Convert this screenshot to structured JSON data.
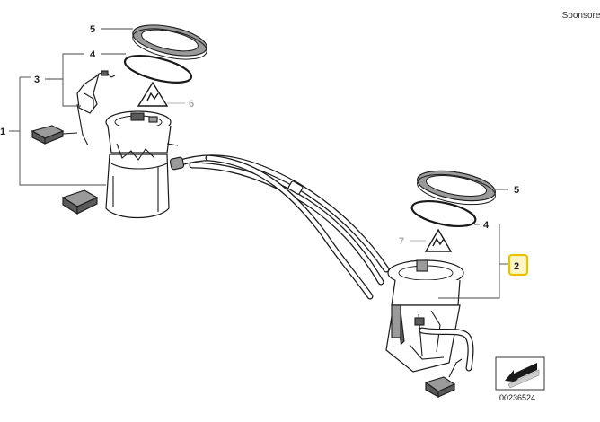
{
  "sponsor_text": "Sponsored",
  "diagram_code": "00236524",
  "callouts": {
    "c1": "1",
    "c3": "3",
    "c4_left": "4",
    "c5_left": "5",
    "c6": "6",
    "c5_right": "5",
    "c4_right": "4",
    "c7": "7",
    "c2": "2"
  },
  "colors": {
    "highlight_border": "#e8c200",
    "highlight_fill": "#fff6c8"
  },
  "icons": {
    "warning_left": "fuel-warning-triangle-icon",
    "warning_right": "fuel-warning-triangle-icon",
    "direction": "arrow-down-left-icon"
  }
}
